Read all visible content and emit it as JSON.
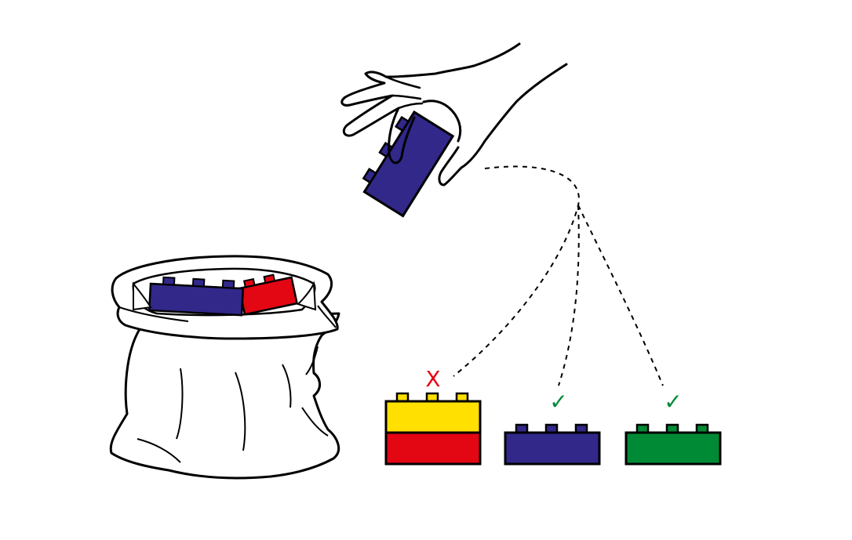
{
  "colors": {
    "outline": "#000000",
    "blue": "#31288a",
    "red": "#e30613",
    "yellow": "#ffe000",
    "green": "#008a36",
    "background": "#ffffff"
  },
  "bag": {
    "bricks": [
      "blue",
      "red"
    ]
  },
  "hand": {
    "held_brick": "blue"
  },
  "targets": [
    {
      "layers": [
        "yellow",
        "red"
      ],
      "mark": "X",
      "mark_color": "red",
      "accepted": false
    },
    {
      "layers": [
        "blue"
      ],
      "mark": "✓",
      "mark_color": "green",
      "accepted": true
    },
    {
      "layers": [
        "green"
      ],
      "mark": "✓",
      "mark_color": "green",
      "accepted": true
    }
  ],
  "icons": [
    "bag-icon",
    "hand-icon",
    "brick-icon",
    "cross-icon",
    "check-icon"
  ]
}
